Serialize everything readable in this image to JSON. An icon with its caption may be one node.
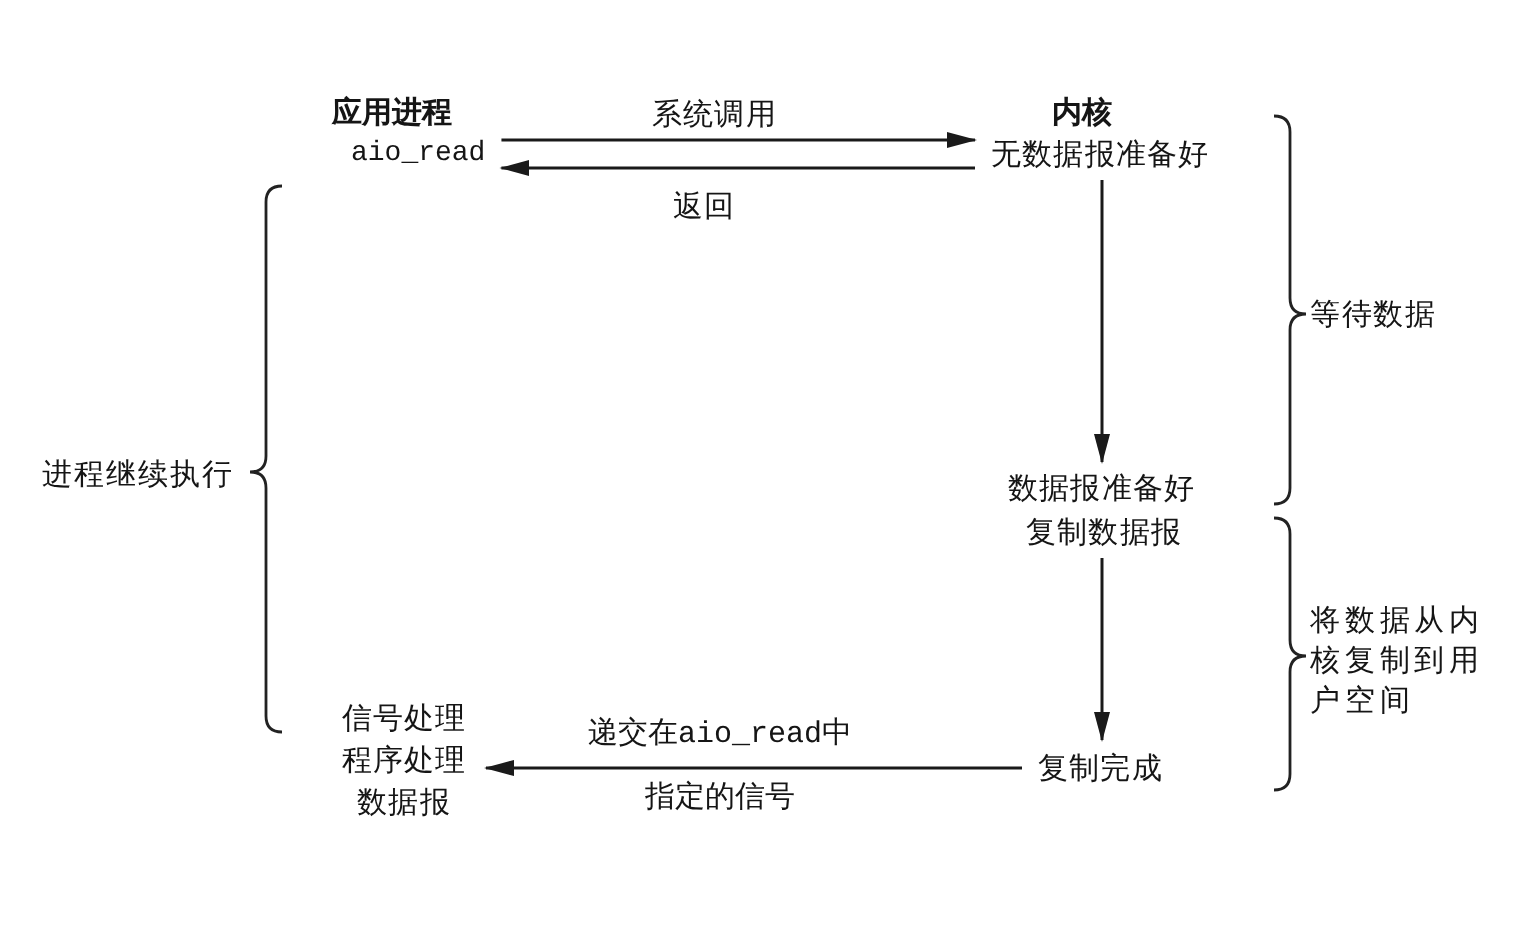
{
  "diagram": {
    "nodes": [
      {
        "text": [
          "aio_read"
        ]
      },
      {
        "text": [
          "无数据报准备好"
        ]
      },
      {
        "text": [
          "数据报准备好"
        ]
      },
      {
        "text": [
          "复制数据报"
        ]
      },
      {
        "text": [
          "复制完成"
        ]
      },
      {
        "text": [
          "信号处理程序处理数据报"
        ]
      }
    ],
    "edges": [
      {
        "from": 0,
        "to": 1,
        "arrow": "to",
        "label": "系统调用"
      },
      {
        "from": 1,
        "to": 0,
        "arrow": "to",
        "label": "返回"
      },
      {
        "from": 1,
        "to": 2,
        "arrow": "to"
      },
      {
        "from": 3,
        "to": 4,
        "arrow": "to"
      },
      {
        "from": 4,
        "to": 5,
        "arrow": "to",
        "label": "递交在aio_read中指定的信号"
      }
    ],
    "labels": [
      "应用进程",
      "内核",
      "等待数据",
      "进程继续执行",
      "将数据从内核复制到用户空间"
    ]
  }
}
